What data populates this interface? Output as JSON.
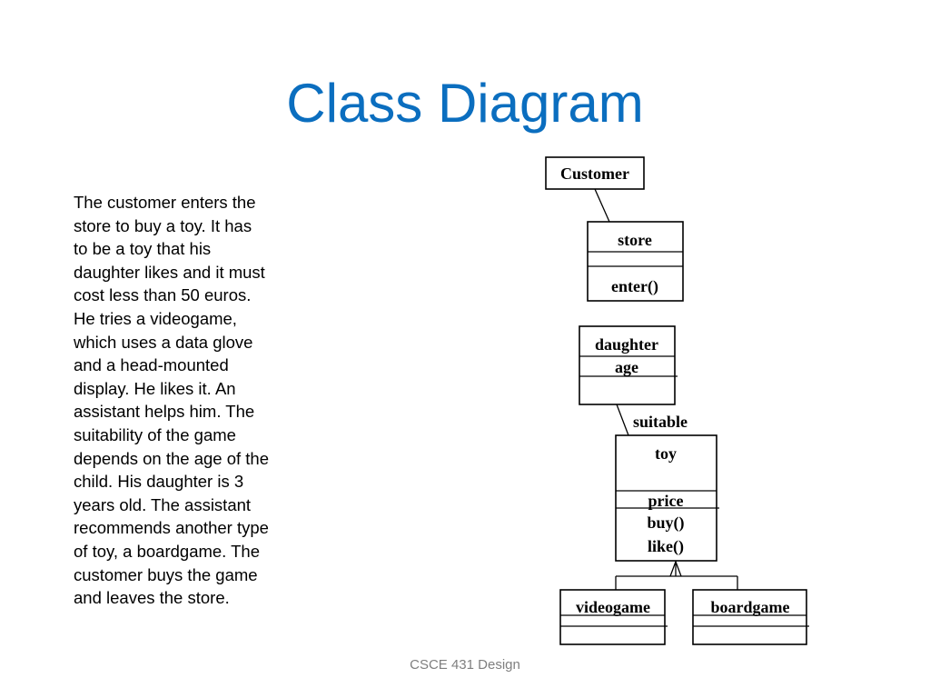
{
  "slide": {
    "title": "Class Diagram",
    "footer": "CSCE 431 Design",
    "title_color": "#0b6ebf"
  },
  "body_lines": [
    "The customer enters the",
    "store to buy a toy. It has",
    "to be a toy that his",
    "daughter likes and it must",
    "cost less than 50 euros.",
    "He tries a videogame,",
    "which uses a data glove",
    "and a head-mounted",
    "display. He likes it. An",
    "assistant helps him. The",
    "suitability of the game",
    "depends on the age of the",
    "child. His daughter is 3",
    "years old. The assistant",
    "recommends another type",
    "of toy, a boardgame. The",
    "customer buys the game",
    "and leaves the store."
  ],
  "diagram": {
    "customer": {
      "name": "Customer"
    },
    "store": {
      "name": "store",
      "operation": "enter()"
    },
    "daughter": {
      "name": "daughter",
      "attribute": "age"
    },
    "association_label": "suitable",
    "toy": {
      "name": "toy",
      "attribute": "price",
      "operations": [
        "buy()",
        "like()"
      ]
    },
    "videogame": {
      "name": "videogame"
    },
    "boardgame": {
      "name": "boardgame"
    }
  }
}
